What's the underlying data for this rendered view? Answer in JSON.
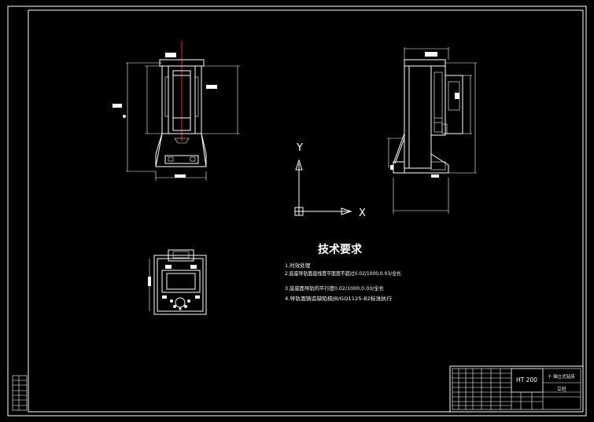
{
  "technical_requirements": {
    "title": "技术要求",
    "items": [
      "1.时效处理",
      "2.底座导轨面直线度平面度不超过0.02/1000,0.03/全长",
      "3.底座面导轨的平行度0.02/1000,0.03/全长",
      "4.导轨面铸造缺陷按JB/GQ1125-82标准执行"
    ]
  },
  "axes": {
    "y_label": "Y",
    "x_label": "X"
  },
  "title_block": {
    "material": "HT 200",
    "drawing_name": "十 轴立式钻床",
    "part_name": "立柱"
  },
  "colors": {
    "background": "#000000",
    "lines": "#ffffff",
    "centerline": "#ff2020"
  }
}
